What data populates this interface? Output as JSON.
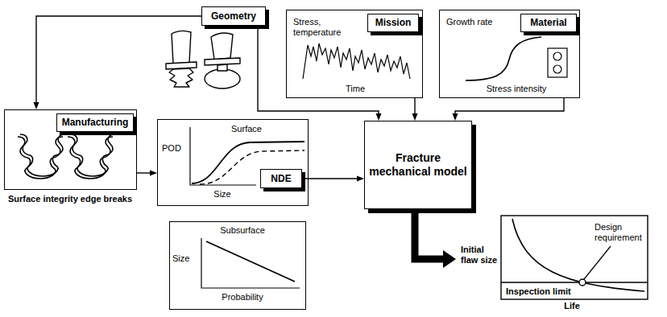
{
  "diagram": {
    "nodes": [
      {
        "text": [
          "Geometry"
        ]
      },
      {
        "text": [
          "Stress, temperature",
          "Time"
        ]
      },
      {
        "text": [
          "Mission"
        ],
        "in": 1
      },
      {
        "text": [
          "Growth rate",
          "Stress intensity"
        ]
      },
      {
        "text": [
          "Material"
        ],
        "in": 3
      },
      {
        "text": [
          "Surface integrity edge breaks"
        ]
      },
      {
        "text": [
          "Manufacturing"
        ],
        "in": 5
      },
      {
        "text": [
          "Surface",
          "POD",
          "Size"
        ]
      },
      {
        "text": [
          "NDE"
        ],
        "in": 7
      },
      {
        "text": [
          "Subsurface",
          "Size",
          "Probability"
        ]
      },
      {
        "text": [
          "Fracture mechanical model"
        ]
      },
      {
        "text": [
          "Initial flaw size",
          "Design requirement",
          "Inspection limit",
          "Life"
        ]
      }
    ],
    "edges": [
      {
        "from": 0,
        "to": 10,
        "arrow": "to"
      },
      {
        "from": 1,
        "to": 10,
        "arrow": "to"
      },
      {
        "from": 3,
        "to": 10,
        "arrow": "to"
      },
      {
        "from": 0,
        "to": 5,
        "arrow": "to"
      },
      {
        "from": 5,
        "to": 7,
        "arrow": "to"
      },
      {
        "from": 8,
        "to": 10,
        "arrow": "to"
      },
      {
        "from": 10,
        "to": 11,
        "arrow": "to"
      }
    ]
  }
}
